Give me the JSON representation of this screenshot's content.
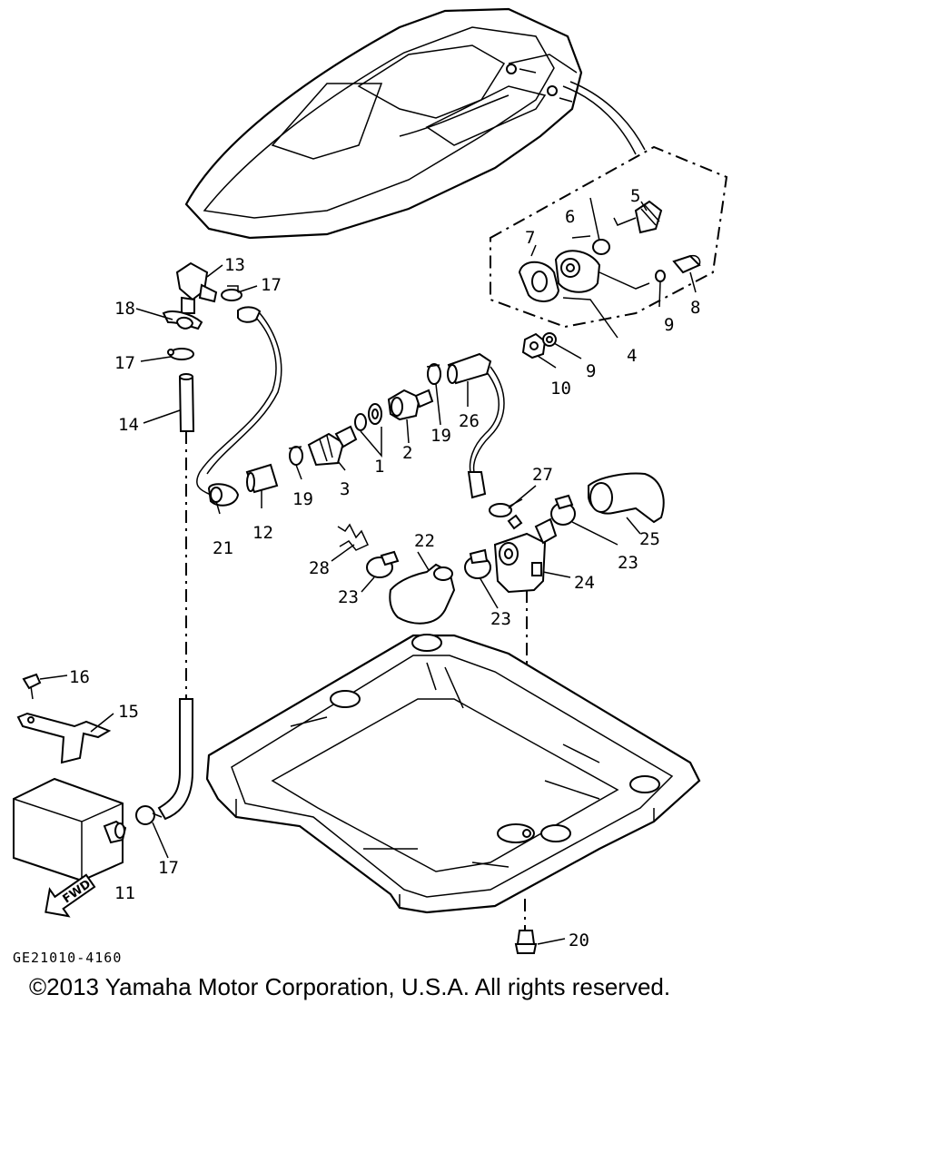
{
  "diagram": {
    "drawing_code": "GE21010-4160",
    "fwd_label": "FWD",
    "copyright": "©2013 Yamaha Motor Corporation, U.S.A. All rights reserved.",
    "callouts": {
      "c1": "1",
      "c2": "2",
      "c3": "3",
      "c4": "4",
      "c5": "5",
      "c6": "6",
      "c7": "7",
      "c8": "8",
      "c9a": "9",
      "c9b": "9",
      "c10": "10",
      "c11": "11",
      "c12": "12",
      "c13": "13",
      "c14": "14",
      "c15": "15",
      "c16": "16",
      "c17a": "17",
      "c17b": "17",
      "c17c": "17",
      "c18": "18",
      "c19a": "19",
      "c19b": "19",
      "c20": "20",
      "c21": "21",
      "c22": "22",
      "c23a": "23",
      "c23b": "23",
      "c23c": "23",
      "c24": "24",
      "c25": "25",
      "c26": "26",
      "c27": "27",
      "c28": "28"
    }
  }
}
